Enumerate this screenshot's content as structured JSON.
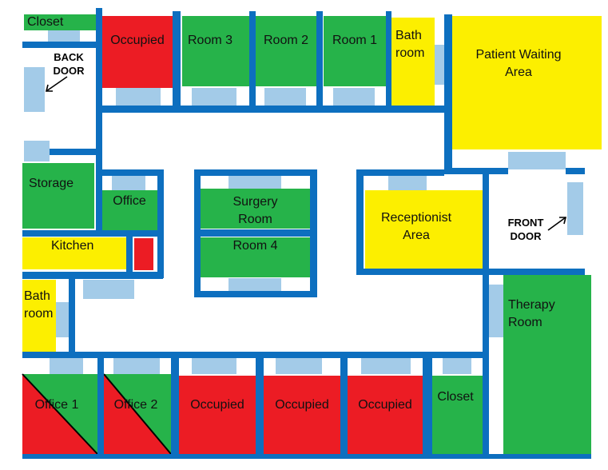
{
  "rooms": {
    "closet_top": "Closet",
    "occupied_top": "Occupied",
    "room3": "Room 3",
    "room2": "Room 2",
    "room1": "Room 1",
    "bathroom_top": "Bath\nroom",
    "patient_waiting": "Patient Waiting\nArea",
    "storage": "Storage",
    "office": "Office",
    "surgery": "Surgery\nRoom",
    "room4": "Room 4",
    "receptionist": "Receptionist\nArea",
    "kitchen": "Kitchen",
    "bathroom_left": "Bath\nroom",
    "therapy": "Therapy\nRoom",
    "office1": "Office 1",
    "office2": "Office 2",
    "occupied_b1": "Occupied",
    "occupied_b2": "Occupied",
    "occupied_b3": "Occupied",
    "closet_bottom": "Closet"
  },
  "doors": {
    "back": "BACK\nDOOR",
    "front": "FRONT\nDOOR"
  },
  "colors": {
    "wall": "#0d6fbf",
    "occupied": "#ec1c24",
    "available": "#26b34a",
    "common": "#fcef00",
    "doorway": "#a3cbe8"
  }
}
